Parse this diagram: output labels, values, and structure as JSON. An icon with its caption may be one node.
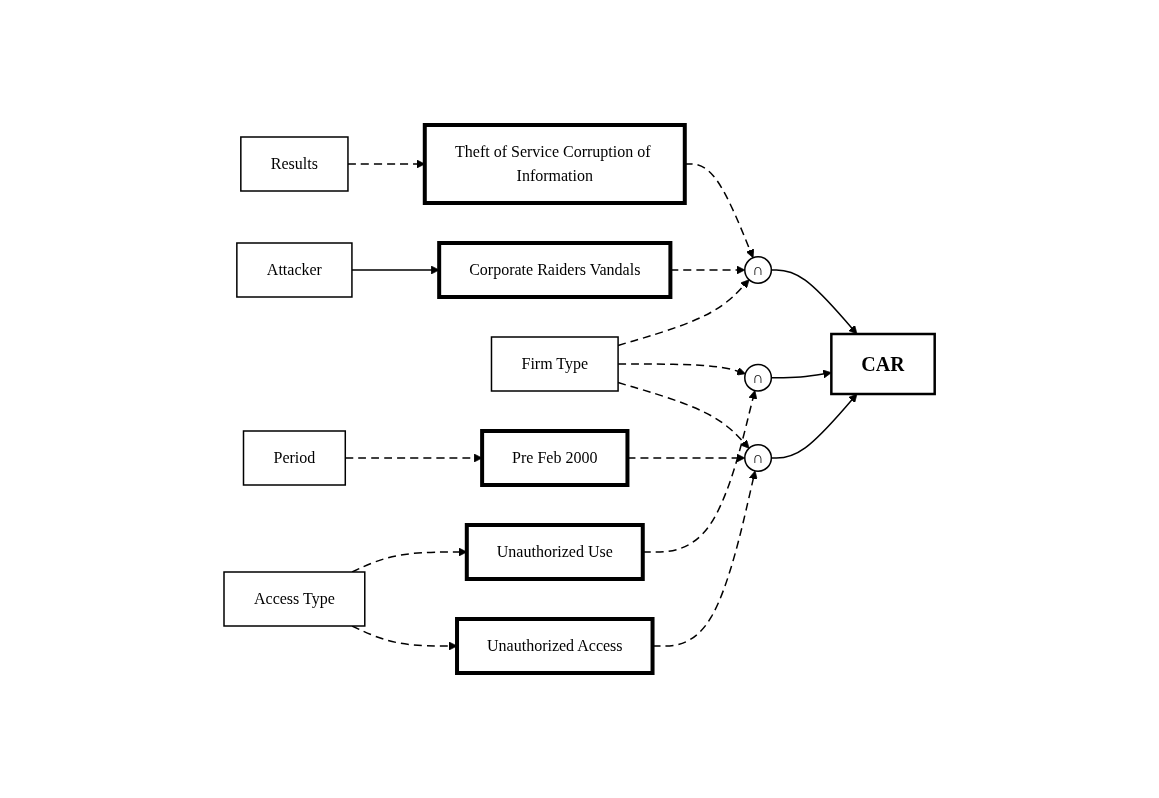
{
  "diagram": {
    "nodes": [
      {
        "text": [
          "∩"
        ]
      },
      {
        "text": [
          "Unauthorized Access"
        ]
      },
      {
        "text": [
          "Access Type"
        ]
      },
      {
        "text": [
          "Pre Feb 2000"
        ]
      },
      {
        "text": [
          "Firm Type"
        ]
      },
      {
        "text": [
          "Unauthorized Use"
        ]
      },
      {
        "text": [
          "Period"
        ]
      },
      {
        "text": [
          "∩"
        ]
      },
      {
        "text": [
          "Corporate Raiders Vandals"
        ]
      },
      {
        "text": [
          "Attacker"
        ]
      },
      {
        "text": [
          "Theft of Service Corruption of Information"
        ]
      },
      {
        "text": [
          "Results"
        ]
      },
      {
        "text": [
          "∩"
        ]
      },
      {
        "text": [
          "CAR"
        ]
      }
    ],
    "edges": [
      {
        "from": 4,
        "to": 0,
        "arrow": "to",
        "style": "dashed"
      },
      {
        "from": 2,
        "to": 1,
        "arrow": "to",
        "style": "dashed"
      },
      {
        "from": 2,
        "to": 5,
        "arrow": "to",
        "style": "dashed"
      },
      {
        "from": 1,
        "to": 0,
        "arrow": "to",
        "style": "dashed"
      },
      {
        "from": 3,
        "to": 0,
        "arrow": "to",
        "style": "dashed"
      },
      {
        "from": 6,
        "to": 3,
        "arrow": "to",
        "style": "dashed"
      },
      {
        "from": 0,
        "to": 13,
        "arrow": "to"
      },
      {
        "from": 4,
        "to": 7,
        "arrow": "to",
        "style": "dashed"
      },
      {
        "from": 5,
        "to": 7,
        "arrow": "to",
        "style": "dashed"
      },
      {
        "from": 7,
        "to": 13,
        "arrow": "to"
      },
      {
        "from": 4,
        "to": 12,
        "arrow": "to",
        "style": "dashed"
      },
      {
        "from": 9,
        "to": 8,
        "arrow": "to"
      },
      {
        "from": 8,
        "to": 12,
        "arrow": "to",
        "style": "dashed"
      },
      {
        "from": 11,
        "to": 10,
        "arrow": "to",
        "style": "dashed"
      },
      {
        "from": 10,
        "to": 12,
        "arrow": "to",
        "style": "dashed"
      },
      {
        "from": 12,
        "to": 13,
        "arrow": "to"
      }
    ]
  }
}
